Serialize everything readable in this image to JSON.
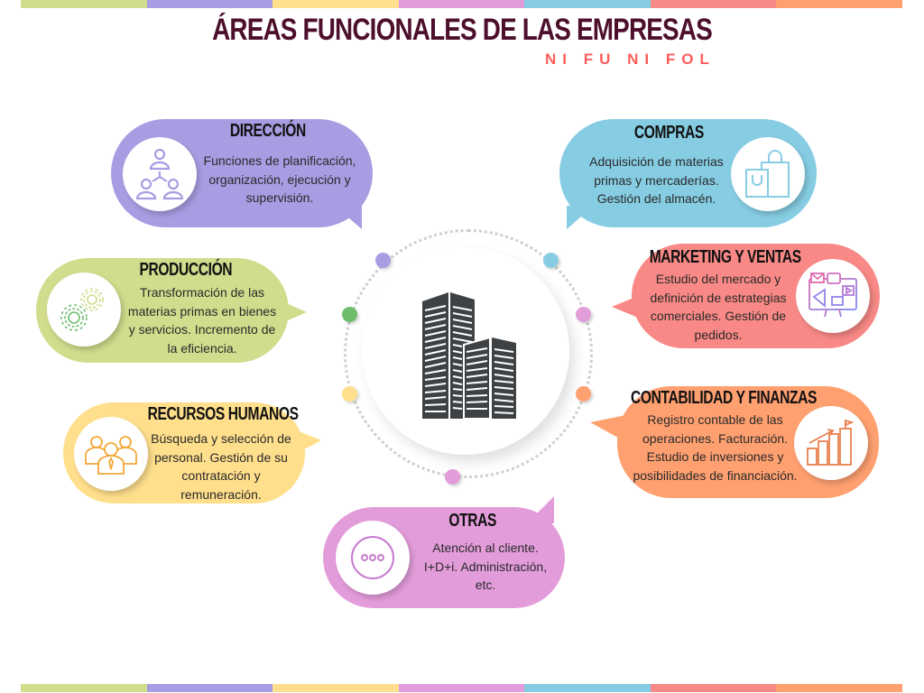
{
  "header": {
    "title": "ÁREAS FUNCIONALES DE LAS EMPRESAS",
    "subtitle": "NI FU NI FOL"
  },
  "colors": {
    "green": "#d1dc8c",
    "purple": "#a79de2",
    "yellow": "#ffdf8c",
    "pink": "#e29cda",
    "blue": "#86cde3",
    "red": "#f88986",
    "orange": "#ffa070",
    "title": "#4d0f2c",
    "subtitle": "#ff5c5c",
    "building": "#3f4245"
  },
  "stripes": [
    "#d1dc8c",
    "#a79de2",
    "#ffdf8c",
    "#e29cda",
    "#86cde3",
    "#f88986",
    "#ffa070"
  ],
  "center": {
    "icon": "office-buildings-icon"
  },
  "areas": [
    {
      "id": "direccion",
      "title": "DIRECCIÓN",
      "icon": "people-network-icon",
      "color": "#a79de2",
      "lines": [
        "Funciones de planificación,",
        "organización, ejecución y",
        "supervisión."
      ]
    },
    {
      "id": "compras",
      "title": "COMPRAS",
      "icon": "shopping-bags-icon",
      "color": "#86cde3",
      "lines": [
        "Adquisición de materias",
        "primas y mercaderías.",
        "Gestión del almacén."
      ]
    },
    {
      "id": "produccion",
      "title": "PRODUCCIÓN",
      "icon": "gears-icon",
      "color": "#d1dc8c",
      "lines": [
        "Transformación de las",
        "materias primas en bienes",
        "y servicios. Incremento de",
        "la eficiencia."
      ]
    },
    {
      "id": "marketing",
      "title": "MARKETING Y VENTAS",
      "icon": "digital-marketing-icon",
      "color": "#f88986",
      "lines": [
        "Estudio del mercado y",
        "definición de estrategias",
        "comerciales. Gestión de",
        "pedidos."
      ]
    },
    {
      "id": "rrhh",
      "title": "RECURSOS HUMANOS",
      "icon": "team-people-icon",
      "color": "#ffdf8c",
      "lines": [
        "Búsqueda y selección de",
        "personal. Gestión de su",
        "contratación y",
        "remuneración."
      ]
    },
    {
      "id": "contabilidad",
      "title": "CONTABILIDAD Y FINANZAS",
      "icon": "growth-chart-icon",
      "color": "#ffa070",
      "lines": [
        "Registro contable de las",
        "operaciones. Facturación.",
        "Estudio de inversiones y",
        "posibilidades de financiación."
      ]
    },
    {
      "id": "otras",
      "title": "OTRAS",
      "icon": "more-dots-icon",
      "color": "#e29cda",
      "lines": [
        "Atención al cliente.",
        "I+D+i. Administración,",
        "etc."
      ]
    }
  ]
}
